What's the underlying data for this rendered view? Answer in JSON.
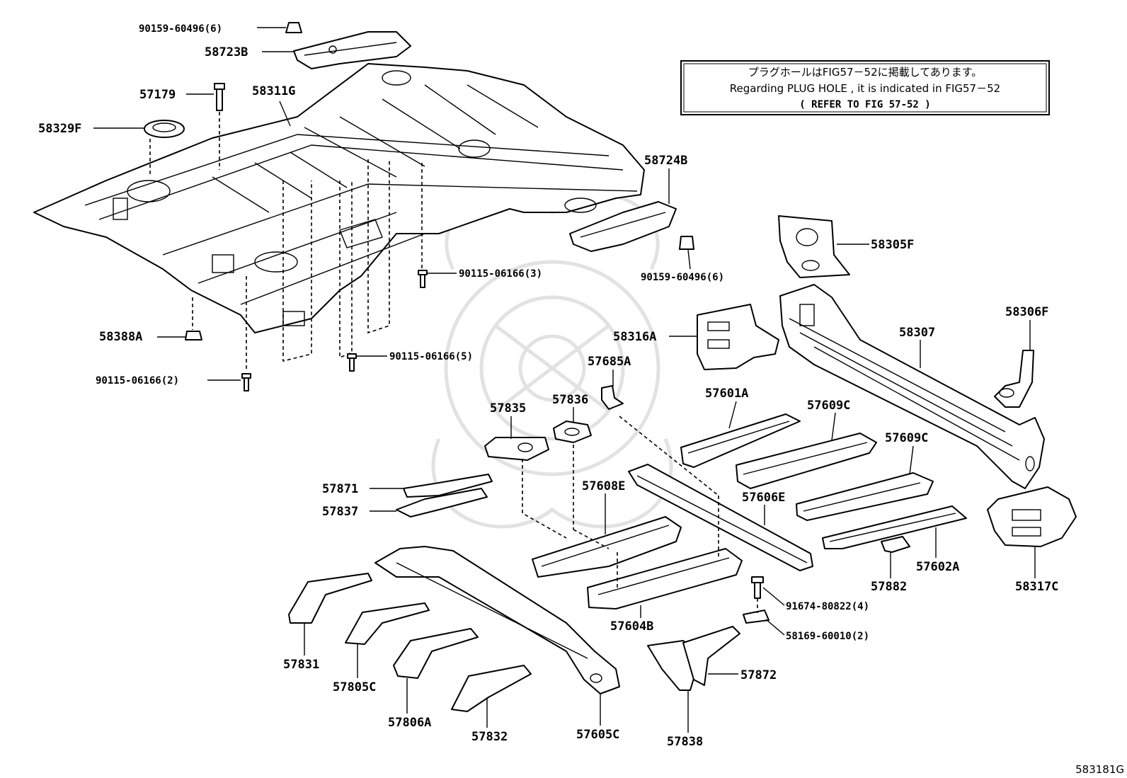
{
  "note": {
    "line1": "プラグホールはFIG57－52に掲載してあります。",
    "line2": "Regarding PLUG HOLE , it is indicated in FIG57－52",
    "line3": "(  REFER TO FIG 57-52 )"
  },
  "figure_code": "583181G",
  "labels": {
    "l_90159_top": "90159-60496(6)",
    "l_58723B": "58723B",
    "l_57179": "57179",
    "l_58311G": "58311G",
    "l_58329F": "58329F",
    "l_58724B": "58724B",
    "l_90115_3": "90115-06166(3)",
    "l_90159_right": "90159-60496(6)",
    "l_58305F": "58305F",
    "l_58306F": "58306F",
    "l_58307": "58307",
    "l_58316A": "58316A",
    "l_58388A": "58388A",
    "l_90115_5": "90115-06166(5)",
    "l_90115_2": "90115-06166(2)",
    "l_57685A": "57685A",
    "l_57836": "57836",
    "l_57835": "57835",
    "l_57601A": "57601A",
    "l_57609C_1": "57609C",
    "l_57609C_2": "57609C",
    "l_57871": "57871",
    "l_57837": "57837",
    "l_57608E": "57608E",
    "l_57606E": "57606E",
    "l_57882": "57882",
    "l_57602A": "57602A",
    "l_58317C": "58317C",
    "l_91674": "91674-80822(4)",
    "l_58169": "58169-60010(2)",
    "l_57604B": "57604B",
    "l_57831": "57831",
    "l_57805C": "57805C",
    "l_57806A": "57806A",
    "l_57832": "57832",
    "l_57605C": "57605C",
    "l_57872": "57872",
    "l_57838": "57838"
  }
}
